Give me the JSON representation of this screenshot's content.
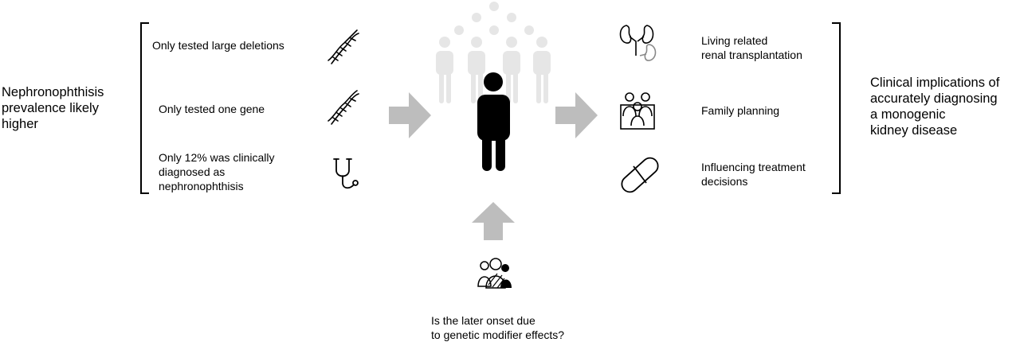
{
  "left": {
    "title": "Nephronophthisis\nprevalence likely\nhigher",
    "items": [
      {
        "label": "Only tested large deletions",
        "icon": "dna-icon"
      },
      {
        "label": "Only tested one gene",
        "icon": "dna-icon"
      },
      {
        "label": "Only 12% was clinically\ndiagnosed as\nnephronophthisis",
        "icon": "stethoscope-icon"
      }
    ]
  },
  "right": {
    "title": "Clinical implications of\naccurately diagnosing\na monogenic\nkidney disease",
    "items": [
      {
        "label": "Living related\nrenal transplantation",
        "icon": "kidney-icon"
      },
      {
        "label": "Family planning",
        "icon": "family-icon"
      },
      {
        "label": "Influencing treatment\ndecisions",
        "icon": "pill-icon"
      }
    ]
  },
  "bottom": {
    "question": "Is the later onset due\nto genetic modifier effects?",
    "icon": "people-group-icon"
  },
  "colors": {
    "arrow": "#bdbdbd",
    "crowd": "#e6e6e6",
    "person": "#000000"
  }
}
